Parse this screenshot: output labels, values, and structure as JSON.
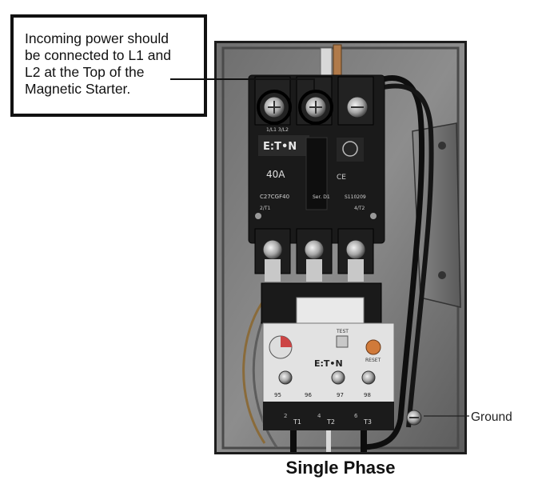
{
  "callout": {
    "lines": [
      "Incoming power should",
      "be connected to L1 and",
      "L2 at the Top of the",
      "Magnetic Starter."
    ]
  },
  "caption": "Single Phase",
  "ground_label": "Ground",
  "starter_labels": {
    "brand": "E:T•N",
    "rating": "40A",
    "terminals_top": "1/L1  3/L2",
    "terminals_bottom_left": "2/T1",
    "terminals_bottom_right": "4/T2",
    "model": "C27CGF40",
    "serial": "Ser. D1",
    "code": "S110209",
    "ce": "CE",
    "overload_brand": "E:T•N",
    "test": "TEST",
    "reset": "RESET",
    "t1": "T1",
    "t2": "T2",
    "t3": "T3",
    "n95": "95",
    "n96": "96",
    "n97": "97",
    "n98": "98",
    "n2": "2",
    "n4": "4",
    "n6": "6"
  },
  "colors": {
    "frame": "#1c1c1c",
    "panel": "#3a3a3a",
    "contactor": "#1a1a1a",
    "text": "#111111"
  }
}
